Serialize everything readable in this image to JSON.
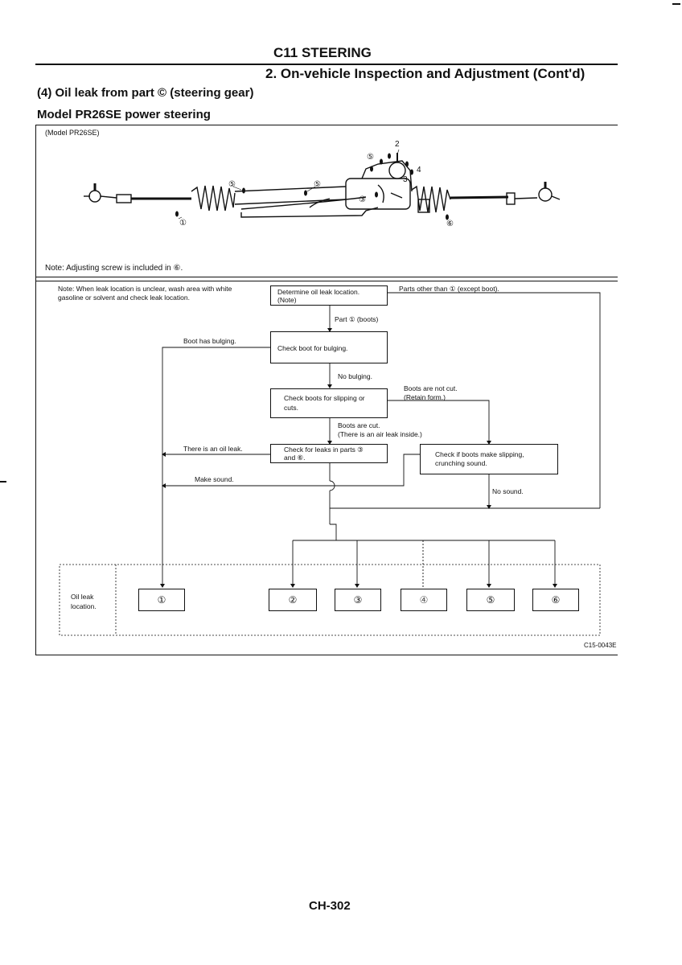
{
  "header": {
    "section_title": "C11 STEERING",
    "subsection_title": "2. On-vehicle Inspection and Adjustment (Cont'd)"
  },
  "item_heading": "(4) Oil leak from part © (steering gear)",
  "model_heading": "Model PR26SE power steering",
  "figure": {
    "model_label": "(Model PR26SE)",
    "note": "Note: Adjusting screw is included in ⑥.",
    "part_callouts": [
      "①",
      "2",
      "⑤",
      "3",
      "4",
      "⑤",
      "③",
      "⑥",
      "⑤"
    ]
  },
  "flowchart": {
    "note": "Note: When leak location is unclear, wash area with white gasoline or solvent and check leak location.",
    "boxes": {
      "determine": "Determine oil leak location. (Note)",
      "check_bulging": "Check boot for bulging.",
      "check_slipping": "Check boots for slipping or cuts.",
      "check_leaks": "Check for leaks in parts ③ and ⑥.",
      "check_sound": "Check if boots make slipping, crunching sound."
    },
    "labels": {
      "parts_other": "Parts other than ① (except boot).",
      "part1_boots": "Part ① (boots)",
      "boot_bulging": "Boot has bulging.",
      "no_bulging": "No bulging.",
      "boots_not_cut_1": "Boots are not cut.",
      "boots_not_cut_2": "(Retain form.)",
      "boots_cut_1": "Boots are cut.",
      "boots_cut_2": "(There is an air leak inside.)",
      "oil_leak": "There is an oil leak.",
      "make_sound": "Make sound.",
      "no_sound": "No sound."
    },
    "location_label": "Oil leak location.",
    "locations": [
      "①",
      "②",
      "③",
      "④",
      "⑤",
      "⑥"
    ]
  },
  "figure_code": "C15-0043E",
  "page_number": "CH-302"
}
